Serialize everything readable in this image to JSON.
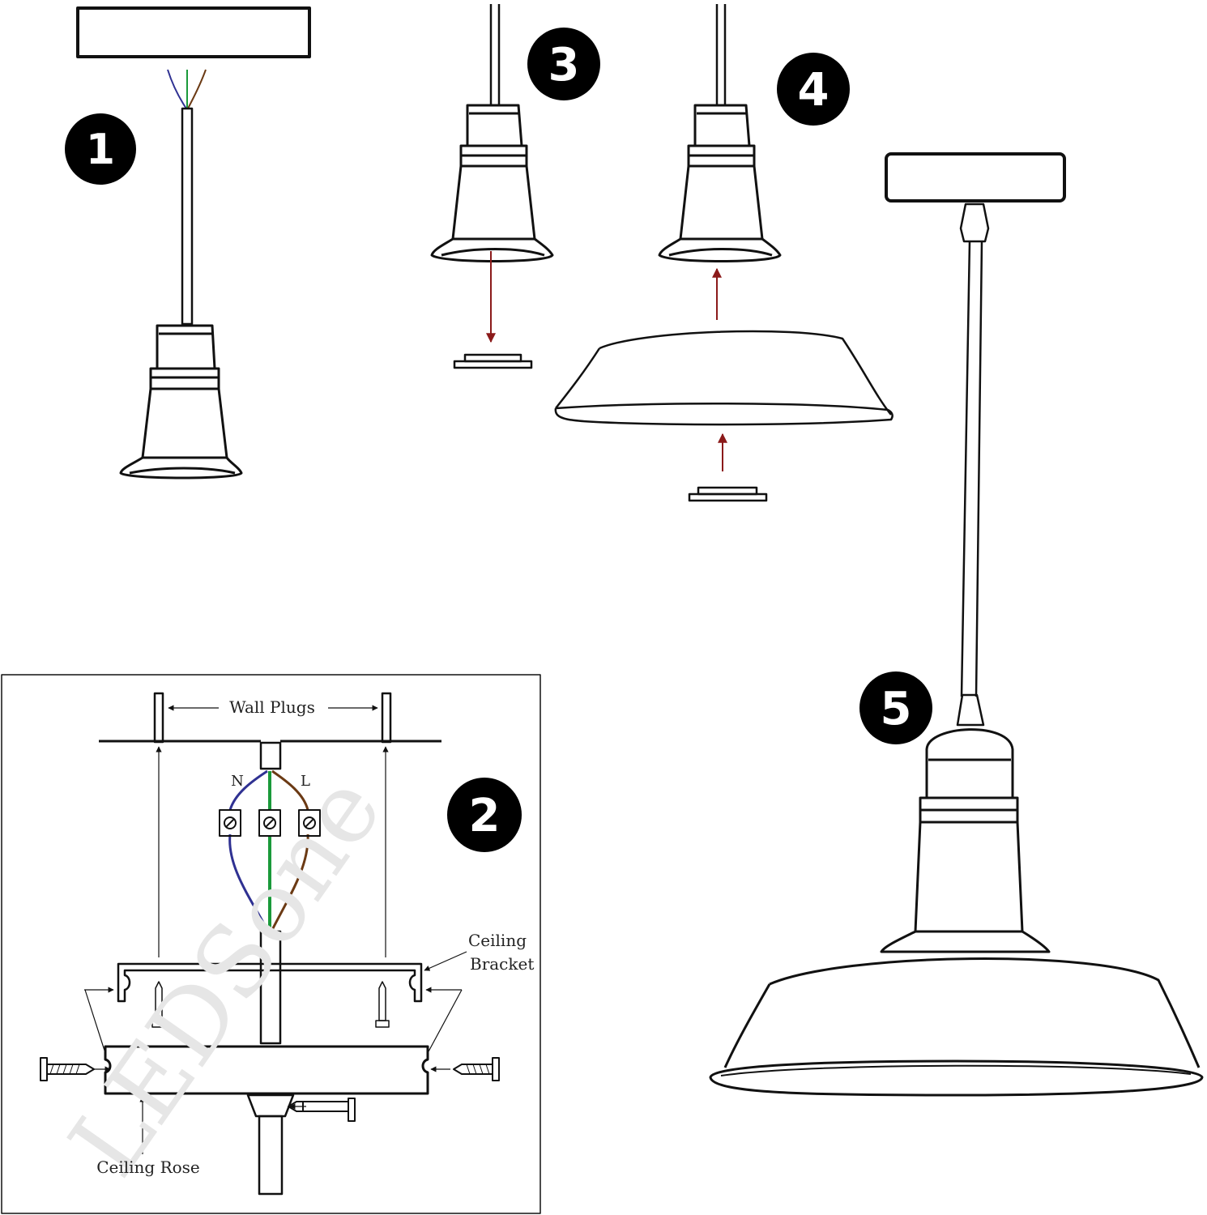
{
  "steps": [
    {
      "id": "1",
      "label": "1"
    },
    {
      "id": "2",
      "label": "2"
    },
    {
      "id": "3",
      "label": "3"
    },
    {
      "id": "4",
      "label": "4"
    },
    {
      "id": "5",
      "label": "5"
    }
  ],
  "wiring": {
    "wall_plugs": "Wall Plugs",
    "neutral": "N",
    "live": "L",
    "ceiling_bracket_line1": "Ceiling",
    "ceiling_bracket_line2": "Bracket",
    "ceiling_rose": "Ceiling Rose"
  },
  "watermark": "LEDSone",
  "colors": {
    "neutral_wire": "#2f3192",
    "earth_wire": "#1a9a3a",
    "live_wire": "#6b3a14",
    "arrow": "#8b1a1a",
    "badge": "#000000"
  }
}
